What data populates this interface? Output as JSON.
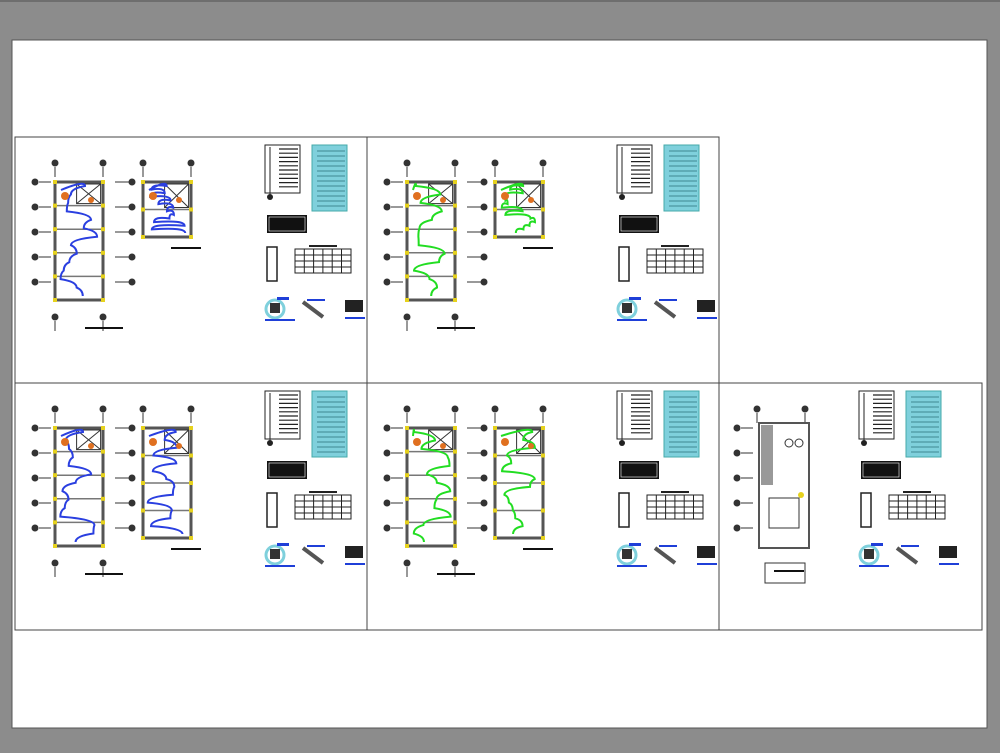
{
  "viewer": {
    "background": "#8c8c8c",
    "paper": "#ffffff"
  },
  "sheets": [
    {
      "id": "sheet-1",
      "wire_color": "#2a3fe0",
      "plans": 2,
      "variant": "ground"
    },
    {
      "id": "sheet-2",
      "wire_color": "#22dd22",
      "plans": 2,
      "variant": "ground"
    },
    {
      "id": "sheet-3",
      "wire_color": "#2a3fe0",
      "plans": 2,
      "variant": "upper"
    },
    {
      "id": "sheet-4",
      "wire_color": "#22dd22",
      "plans": 2,
      "variant": "upper"
    },
    {
      "id": "sheet-5",
      "wire_color": "#2a3fe0",
      "plans": 1,
      "variant": "roof"
    }
  ],
  "colors": {
    "legend": "#7fd0dc",
    "grid_node": "#e6d21e",
    "fixture": "#e07020",
    "detail": "#1f3fd8",
    "line": "#222222"
  }
}
